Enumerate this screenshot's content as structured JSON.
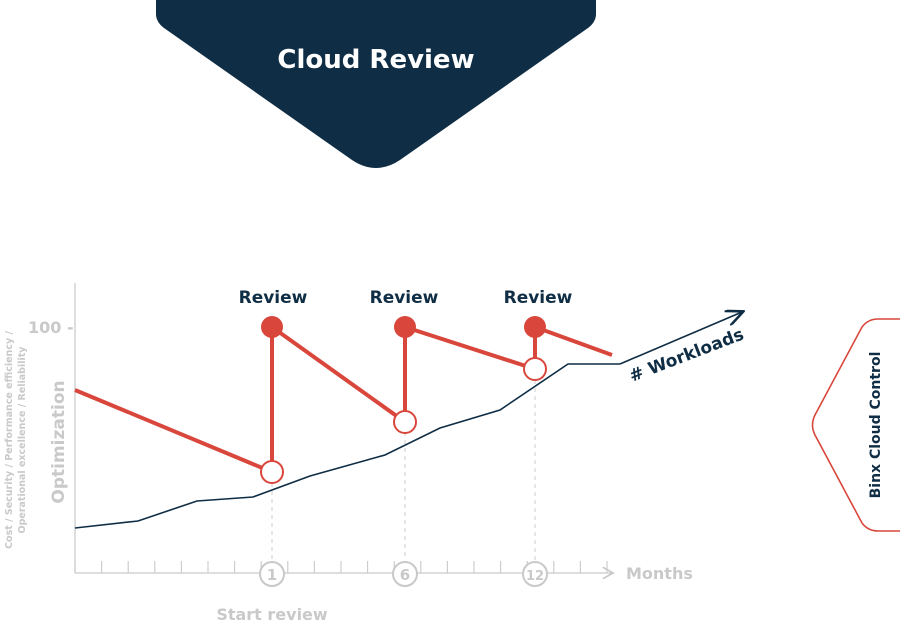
{
  "banner": {
    "title": "Cloud Review"
  },
  "side_badge": {
    "label": "Binx Cloud Control"
  },
  "colors": {
    "navy": "#0f2d44",
    "red": "#d9473c",
    "grey": "#c9c9c9"
  },
  "chart_data": {
    "type": "line",
    "y_axis": {
      "title": "Optimization",
      "subtitle_line1": "Cost / Security / Performance efficiency /",
      "subtitle_line2": "Operational excellence / Reliability",
      "tick_label": "100 -"
    },
    "x_axis": {
      "title": "Months",
      "milestones": [
        {
          "label": "1",
          "month": 1
        },
        {
          "label": "6",
          "month": 6
        },
        {
          "label": "12",
          "month": 12
        }
      ],
      "start_label": "Start review"
    },
    "workloads_label": "# Workloads",
    "review_labels": [
      "Review",
      "Review",
      "Review"
    ]
  }
}
